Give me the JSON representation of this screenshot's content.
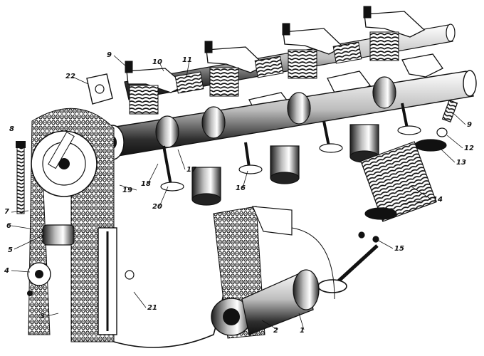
{
  "figure": {
    "title": "",
    "callouts": [
      {
        "id": "1",
        "label": "1"
      },
      {
        "id": "2",
        "label": "2"
      },
      {
        "id": "3",
        "label": "3"
      },
      {
        "id": "4",
        "label": "4"
      },
      {
        "id": "5",
        "label": "5"
      },
      {
        "id": "6",
        "label": "6"
      },
      {
        "id": "7",
        "label": "7"
      },
      {
        "id": "8",
        "label": "8"
      },
      {
        "id": "9a",
        "label": "9"
      },
      {
        "id": "9b",
        "label": "9"
      },
      {
        "id": "10",
        "label": "10"
      },
      {
        "id": "11",
        "label": "11"
      },
      {
        "id": "12",
        "label": "12"
      },
      {
        "id": "13",
        "label": "13"
      },
      {
        "id": "14",
        "label": "14"
      },
      {
        "id": "15",
        "label": "15"
      },
      {
        "id": "16",
        "label": "16"
      },
      {
        "id": "17",
        "label": "17"
      },
      {
        "id": "18",
        "label": "18"
      },
      {
        "id": "19",
        "label": "19"
      },
      {
        "id": "20",
        "label": "20"
      },
      {
        "id": "21",
        "label": "21"
      },
      {
        "id": "22",
        "label": "22"
      }
    ]
  },
  "colors": {
    "ink": "#111111",
    "shade": "#3a3a3a",
    "paper": "#ffffff"
  }
}
